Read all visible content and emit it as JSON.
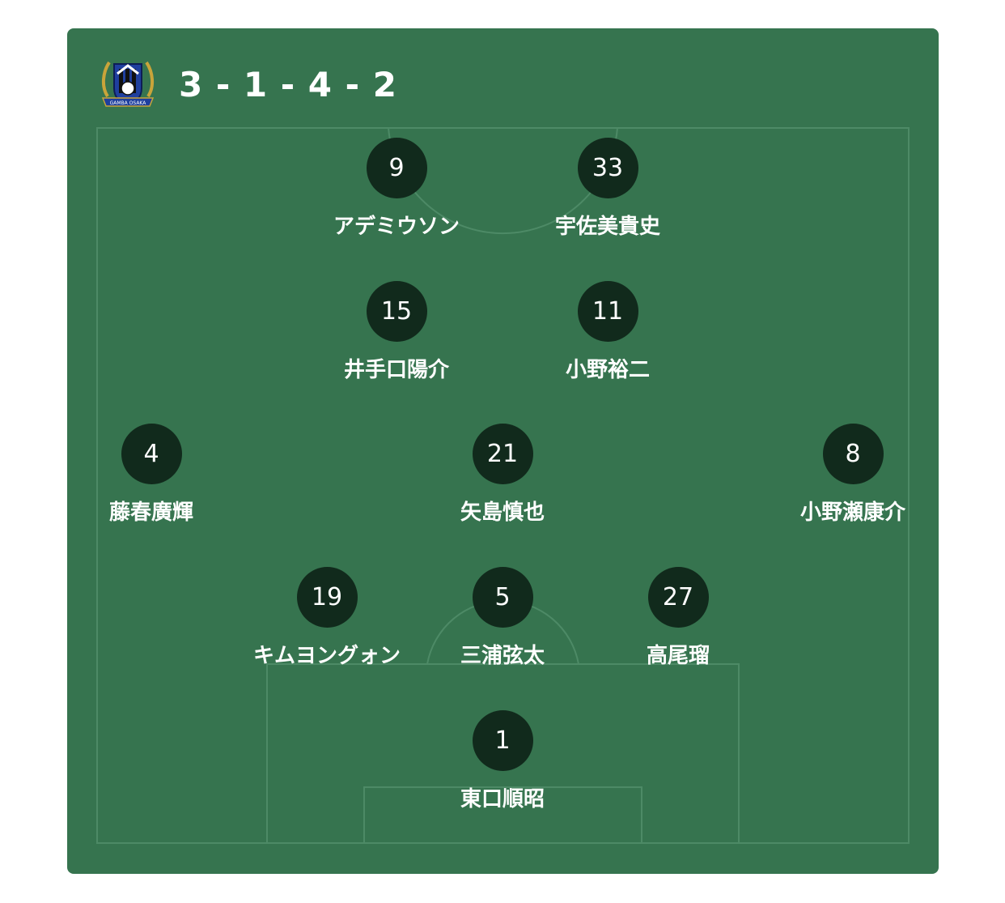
{
  "team": {
    "logo_icon": "gamba-osaka-crest-icon",
    "logo_text": "GAMBA OSAKA",
    "formation": "3 - 1 - 4 - 2",
    "colors": {
      "pitch": "#36744f",
      "lines": "#4d8a66",
      "jersey": "#112a1c",
      "text": "#ffffff",
      "crest_blue": "#1f3f9e",
      "crest_gold": "#c9a43a"
    }
  },
  "players": [
    {
      "number": "9",
      "name": "アデミウソン"
    },
    {
      "number": "33",
      "name": "宇佐美貴史"
    },
    {
      "number": "15",
      "name": "井手口陽介"
    },
    {
      "number": "11",
      "name": "小野裕二"
    },
    {
      "number": "4",
      "name": "藤春廣輝"
    },
    {
      "number": "21",
      "name": "矢島慎也"
    },
    {
      "number": "8",
      "name": "小野瀬康介"
    },
    {
      "number": "19",
      "name": "キムヨングォン"
    },
    {
      "number": "5",
      "name": "三浦弦太"
    },
    {
      "number": "27",
      "name": "高尾瑠"
    },
    {
      "number": "1",
      "name": "東口順昭"
    }
  ]
}
